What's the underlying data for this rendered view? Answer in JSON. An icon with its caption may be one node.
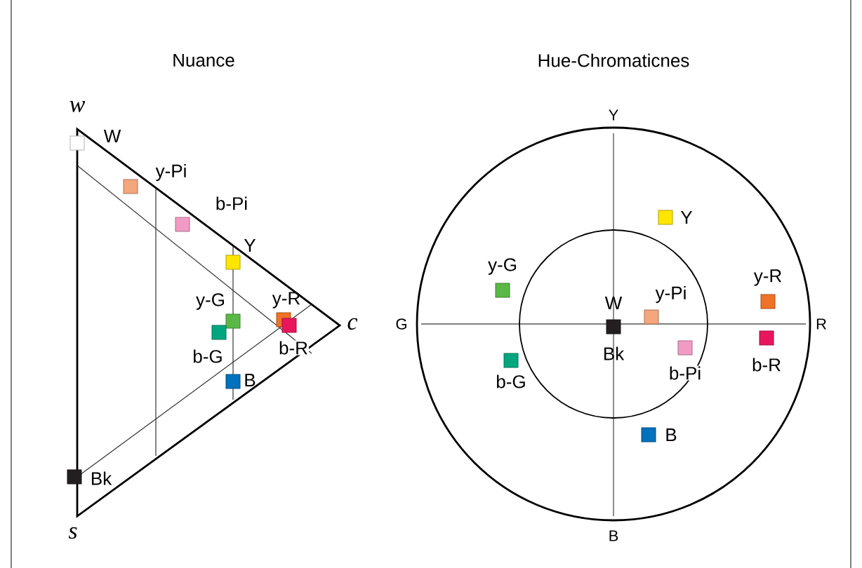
{
  "diagram": {
    "nodes": [
      {
        "text": [
          "Nuance"
        ]
      },
      {
        "text": [
          "W"
        ],
        "in": 0
      },
      {
        "text": [
          "y-Pi"
        ],
        "in": 0
      },
      {
        "text": [
          "b-Pi"
        ],
        "in": 0
      },
      {
        "text": [
          "Y"
        ],
        "in": 0
      },
      {
        "text": [
          "y-G"
        ],
        "in": 0
      },
      {
        "text": [
          "y-R"
        ],
        "in": 0
      },
      {
        "text": [
          "b-G"
        ],
        "in": 0
      },
      {
        "text": [
          "b-R"
        ],
        "in": 0
      },
      {
        "text": [
          "B"
        ],
        "in": 0
      },
      {
        "text": [
          "Bk"
        ],
        "in": 0
      },
      {
        "text": [
          "Hue-Chromaticnes"
        ]
      },
      {
        "text": [],
        "shape": "circle",
        "in": 11
      },
      {
        "text": [
          "Y"
        ],
        "in": 11
      },
      {
        "text": [
          "y-G"
        ],
        "in": 11
      },
      {
        "text": [
          "y-R"
        ],
        "in": 11
      },
      {
        "text": [
          "W",
          "Bk"
        ],
        "in": 12
      },
      {
        "text": [
          "y-Pi"
        ],
        "in": 12
      },
      {
        "text": [
          "b-G"
        ],
        "in": 11
      },
      {
        "text": [
          "b-Pi"
        ],
        "in": 12
      },
      {
        "text": [
          "b-R"
        ],
        "in": 11
      },
      {
        "text": [
          "B"
        ],
        "in": 11
      }
    ],
    "labels": [
      "w",
      "c",
      "s",
      "Y",
      "G",
      "R",
      "B"
    ]
  }
}
